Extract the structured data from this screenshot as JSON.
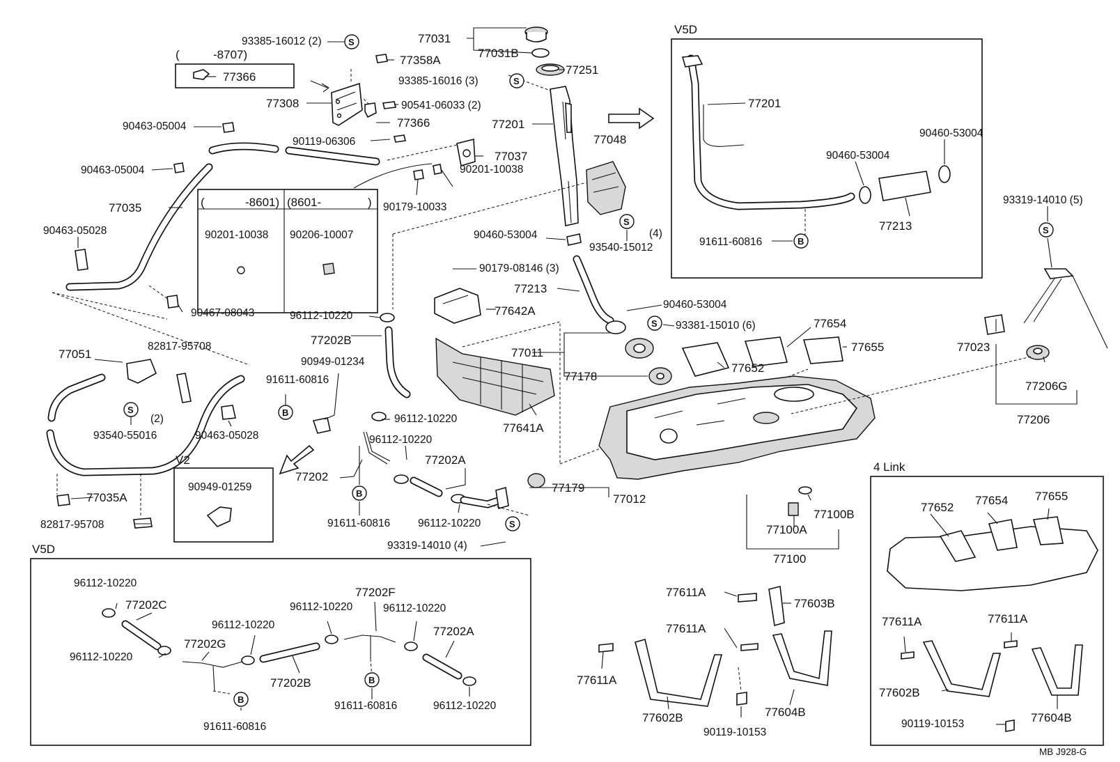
{
  "labels": {
    "l1": "93385-16012 (2)",
    "l2": "77031",
    "l3": "77031B",
    "l4": "77358A",
    "l5": "(",
    "l6": "-8707)",
    "l7": "77366",
    "l8": "93385-16016 (3)",
    "l9": "77251",
    "l10": "77308",
    "l11": "90541-06033 (2)",
    "l12": "77201",
    "l13": "77366",
    "l14": "90463-05004",
    "l15": "90119-06306",
    "l16": "77048",
    "l17": "77037",
    "l18": "90463-05004",
    "l19": "90201-10038",
    "l20": "77035",
    "l21": "(",
    "l22": "-8601)",
    "l23": "(8601-",
    "l24": ")",
    "l25": "90179-10033",
    "l26": "90463-05028",
    "l27": "90201-10038",
    "l28": "90206-10007",
    "l29": "90460-53004",
    "l30": "93540-15012",
    "l31": "(4)",
    "l32": "90179-08146 (3)",
    "l33": "77213",
    "l34": "90467-08043",
    "l35": "90460-53004",
    "l36": "77642A",
    "l37": "96112-10220",
    "l38": "93381-15010 (6)",
    "l39": "77202B",
    "l40": "77654",
    "l41": "77051",
    "l42": "82817-95708",
    "l43": "77011",
    "l44": "77655",
    "l45": "90949-01234",
    "l46": "77652",
    "l47": "91611-60816",
    "l48": "77178",
    "l49": "(2)",
    "l50": "96112-10220",
    "l51": "93540-55016",
    "l52": "90463-05028",
    "l53": "77641A",
    "l54": "96112-10220",
    "l55": "V2",
    "l56": "77202A",
    "l57": "77202",
    "l58": "77179",
    "l59": "77012",
    "l60": "90949-01259",
    "l61": "77035A",
    "l62": "91611-60816",
    "l63": "96112-10220",
    "l64": "82817-95708",
    "l65": "93319-14010 (4)",
    "l66": "V5D",
    "l67": "96112-10220",
    "l68": "77202F",
    "l69": "77202C",
    "l70": "96112-10220",
    "l71": "96112-10220",
    "l72": "96112-10220",
    "l73": "77202A",
    "l74": "77202G",
    "l75": "96112-10220",
    "l76": "77202B",
    "l77": "91611-60816",
    "l78": "96112-10220",
    "l79": "91611-60816",
    "l80": "V5D",
    "l81": "77201",
    "l82": "90460-53004",
    "l83": "90460-53004",
    "l84": "91611-60816",
    "l85": "77213",
    "l86": "93319-14010 (5)",
    "l87": "77023",
    "l88": "77206G",
    "l89": "77206",
    "l90": "4 Link",
    "l91": "77652",
    "l92": "77654",
    "l93": "77655",
    "l94": "77100B",
    "l95": "77100A",
    "l96": "77100",
    "l97": "77611A",
    "l98": "77603B",
    "l99": "77611A",
    "l100": "77611A",
    "l101": "77611A",
    "l102": "77611A",
    "l103": "77602B",
    "l104": "77604B",
    "l105": "77602B",
    "l106": "90119-10153",
    "l107": "77604B",
    "l108": "90119-10153",
    "l109": "MB J928-G"
  },
  "symbols": {
    "s": "S",
    "b": "B"
  }
}
